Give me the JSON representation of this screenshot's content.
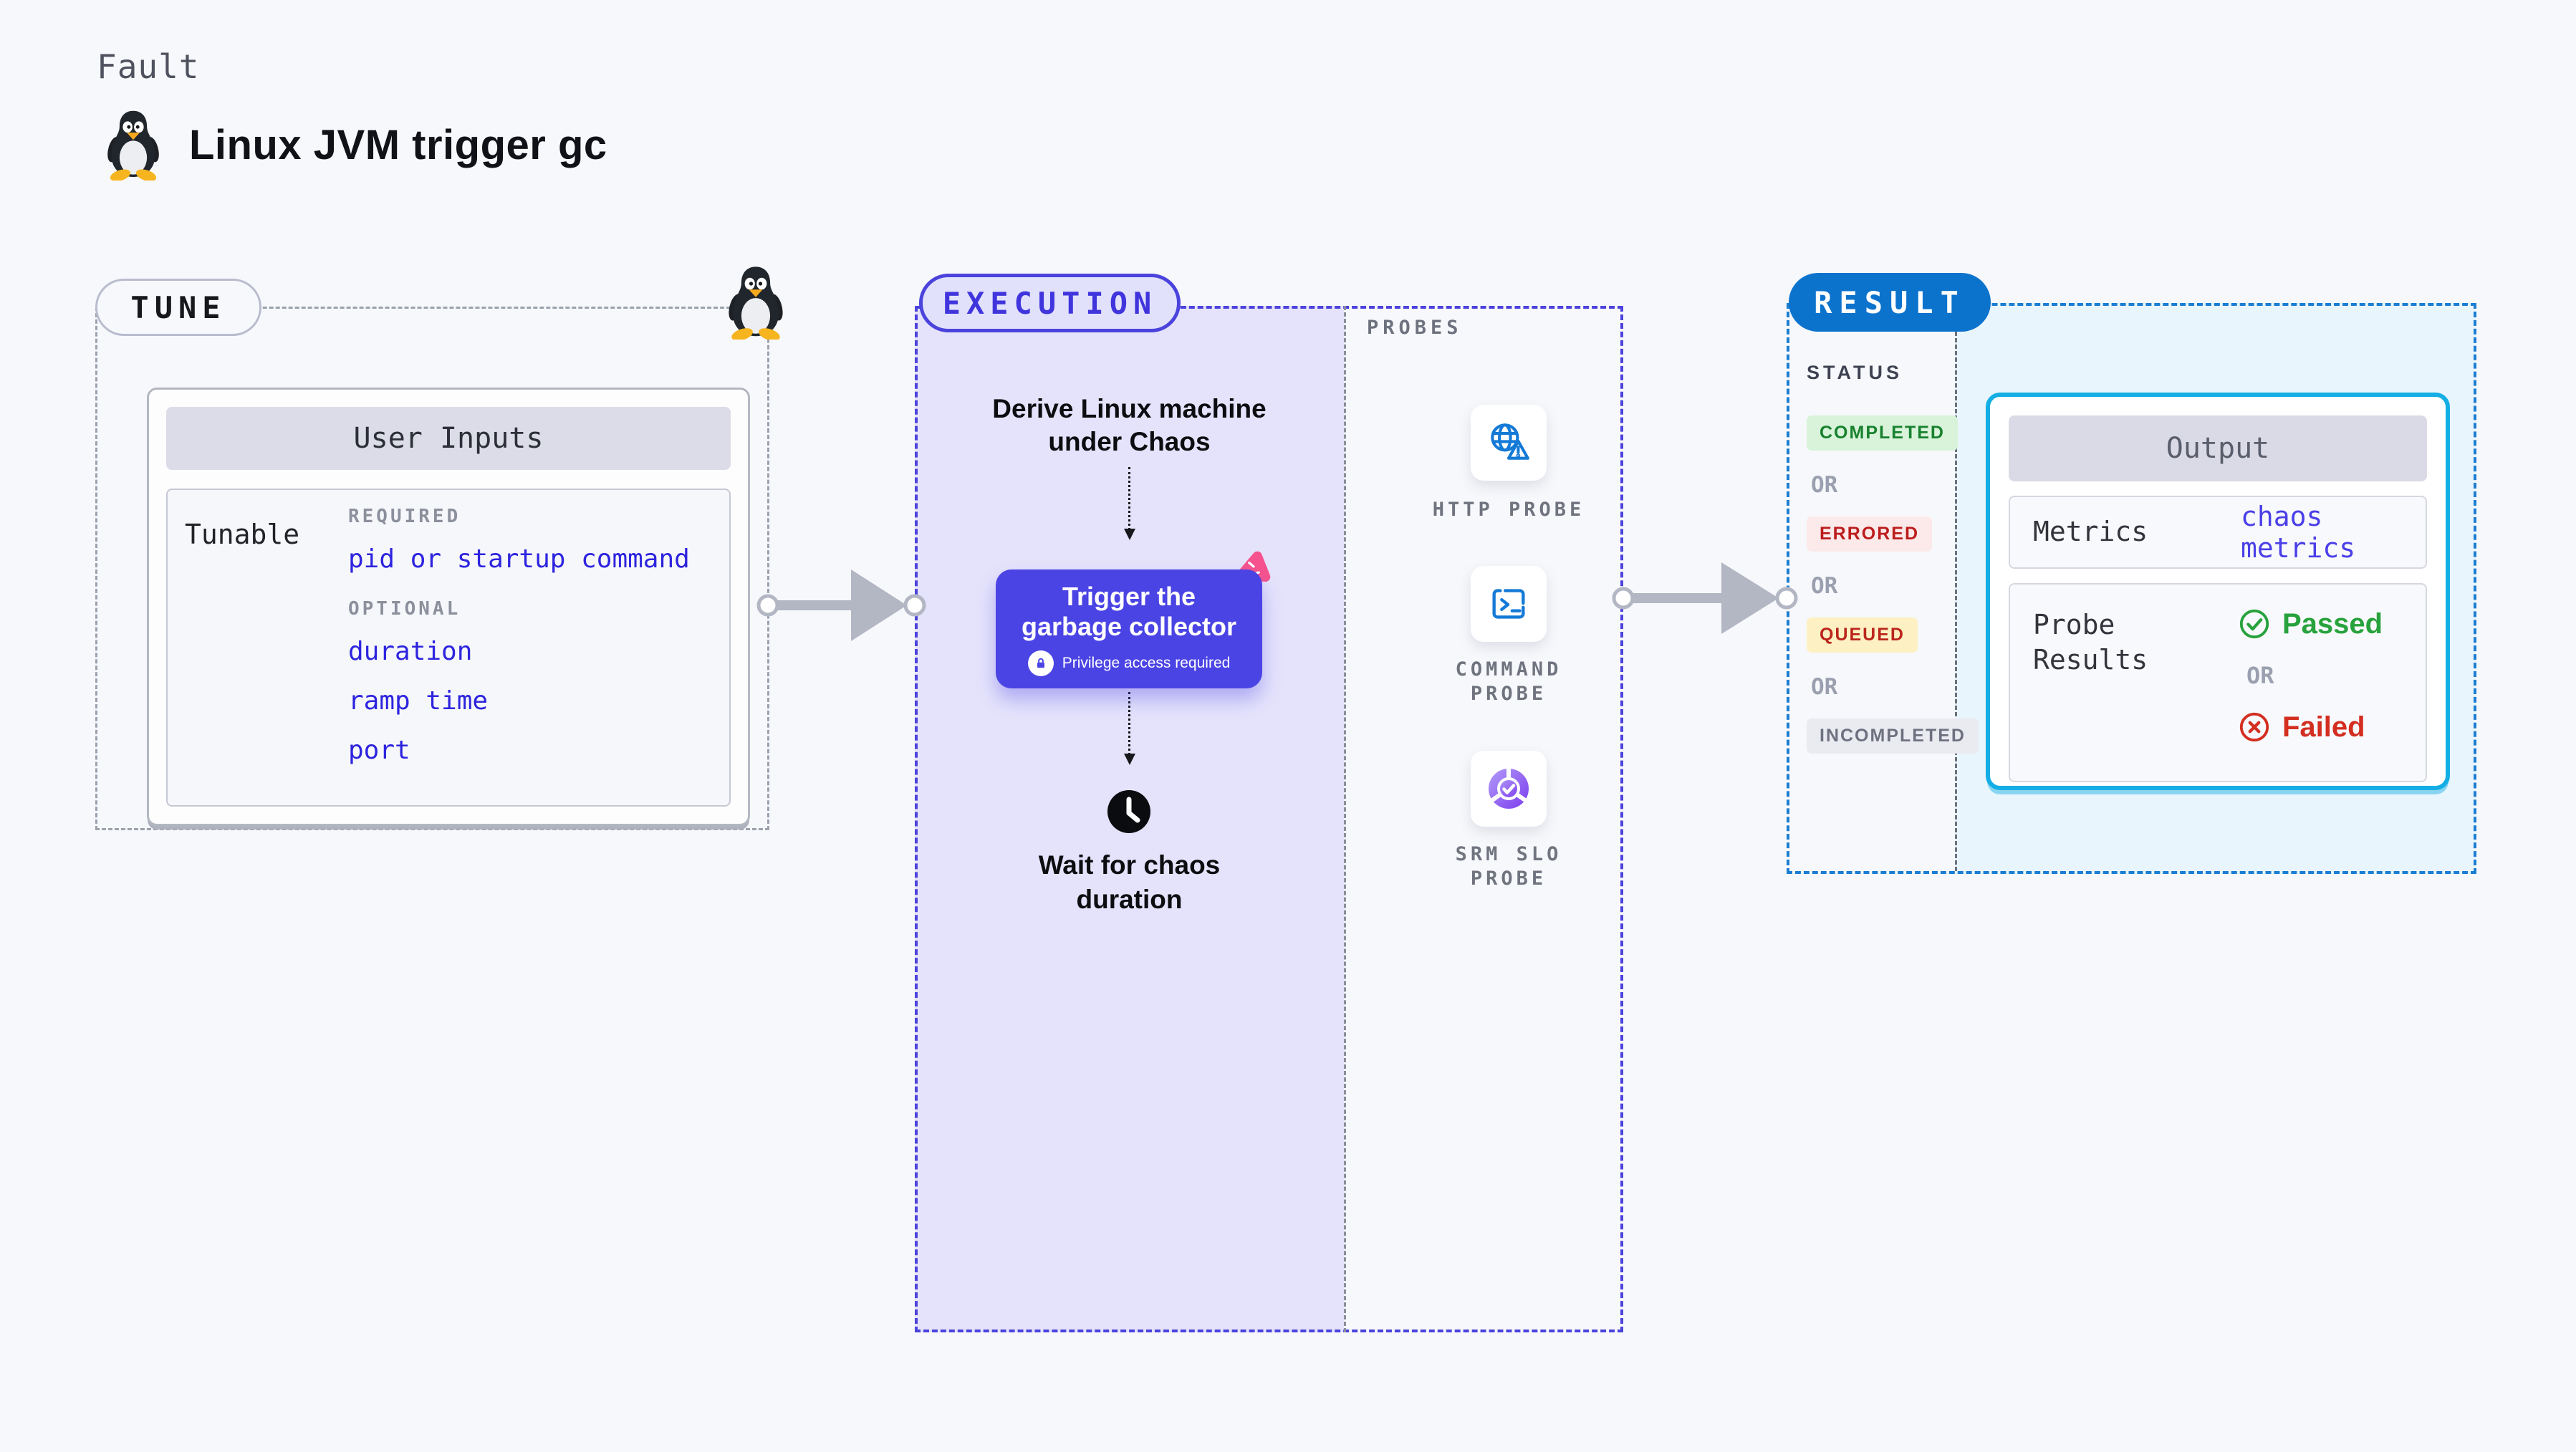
{
  "header": {
    "category": "Fault",
    "title": "Linux JVM trigger gc"
  },
  "tune": {
    "badge": "TUNE",
    "card_title": "User Inputs",
    "row_label": "Tunable",
    "required_label": "REQUIRED",
    "required_items": [
      "pid or startup command"
    ],
    "optional_label": "OPTIONAL",
    "optional_items": [
      "duration",
      "ramp time",
      "port"
    ]
  },
  "execution": {
    "badge": "EXECUTION",
    "derive_label": "Derive Linux machine\nunder Chaos",
    "trigger_button": {
      "label": "Trigger the\ngarbage collector",
      "privilege_note": "Privilege access required",
      "lock_icon": "lock-icon",
      "corner_icon": "chaos-experiment-icon"
    },
    "wait_label": "Wait for chaos\nduration",
    "wait_icon": "clock-icon"
  },
  "probes": {
    "label": "PROBES",
    "items": [
      {
        "name": "HTTP PROBE",
        "icon": "globe-alert-icon"
      },
      {
        "name": "COMMAND\nPROBE",
        "icon": "terminal-icon"
      },
      {
        "name": "SRM SLO\nPROBE",
        "icon": "slo-donut-check-icon"
      }
    ]
  },
  "result": {
    "badge": "RESULT",
    "status": {
      "label": "STATUS",
      "separator": "OR",
      "states": [
        "COMPLETED",
        "ERRORED",
        "QUEUED",
        "INCOMPLETED"
      ]
    },
    "output": {
      "title": "Output",
      "metrics_label": "Metrics",
      "metrics_value": "chaos metrics",
      "probe_results_label": "Probe\nResults",
      "passed_label": "Passed",
      "separator": "OR",
      "failed_label": "Failed"
    }
  },
  "colors": {
    "accent": "#4b44e4",
    "exec-border": "#4b43dc",
    "exec-bg": "#e5e3fb",
    "link": "#2d24de",
    "result-border": "#1b7ed2",
    "result-bg": "#e9f5fc",
    "result-badge": "#0c73cd",
    "output-border": "#14aee5",
    "completed-bg": "#d8f3d9",
    "completed-fg": "#18812f",
    "errored-bg": "#fce9e9",
    "errored-fg": "#bc1c1c",
    "queued-bg": "#fdf1c4",
    "queued-fg": "#bb261d",
    "incompleted-bg": "#eaeaf1",
    "incompleted-fg": "#6e7280",
    "passed": "#27a23c",
    "failed": "#d32e20",
    "probe-icon": "#147ad6",
    "chaos-pink": "#f6538e"
  }
}
